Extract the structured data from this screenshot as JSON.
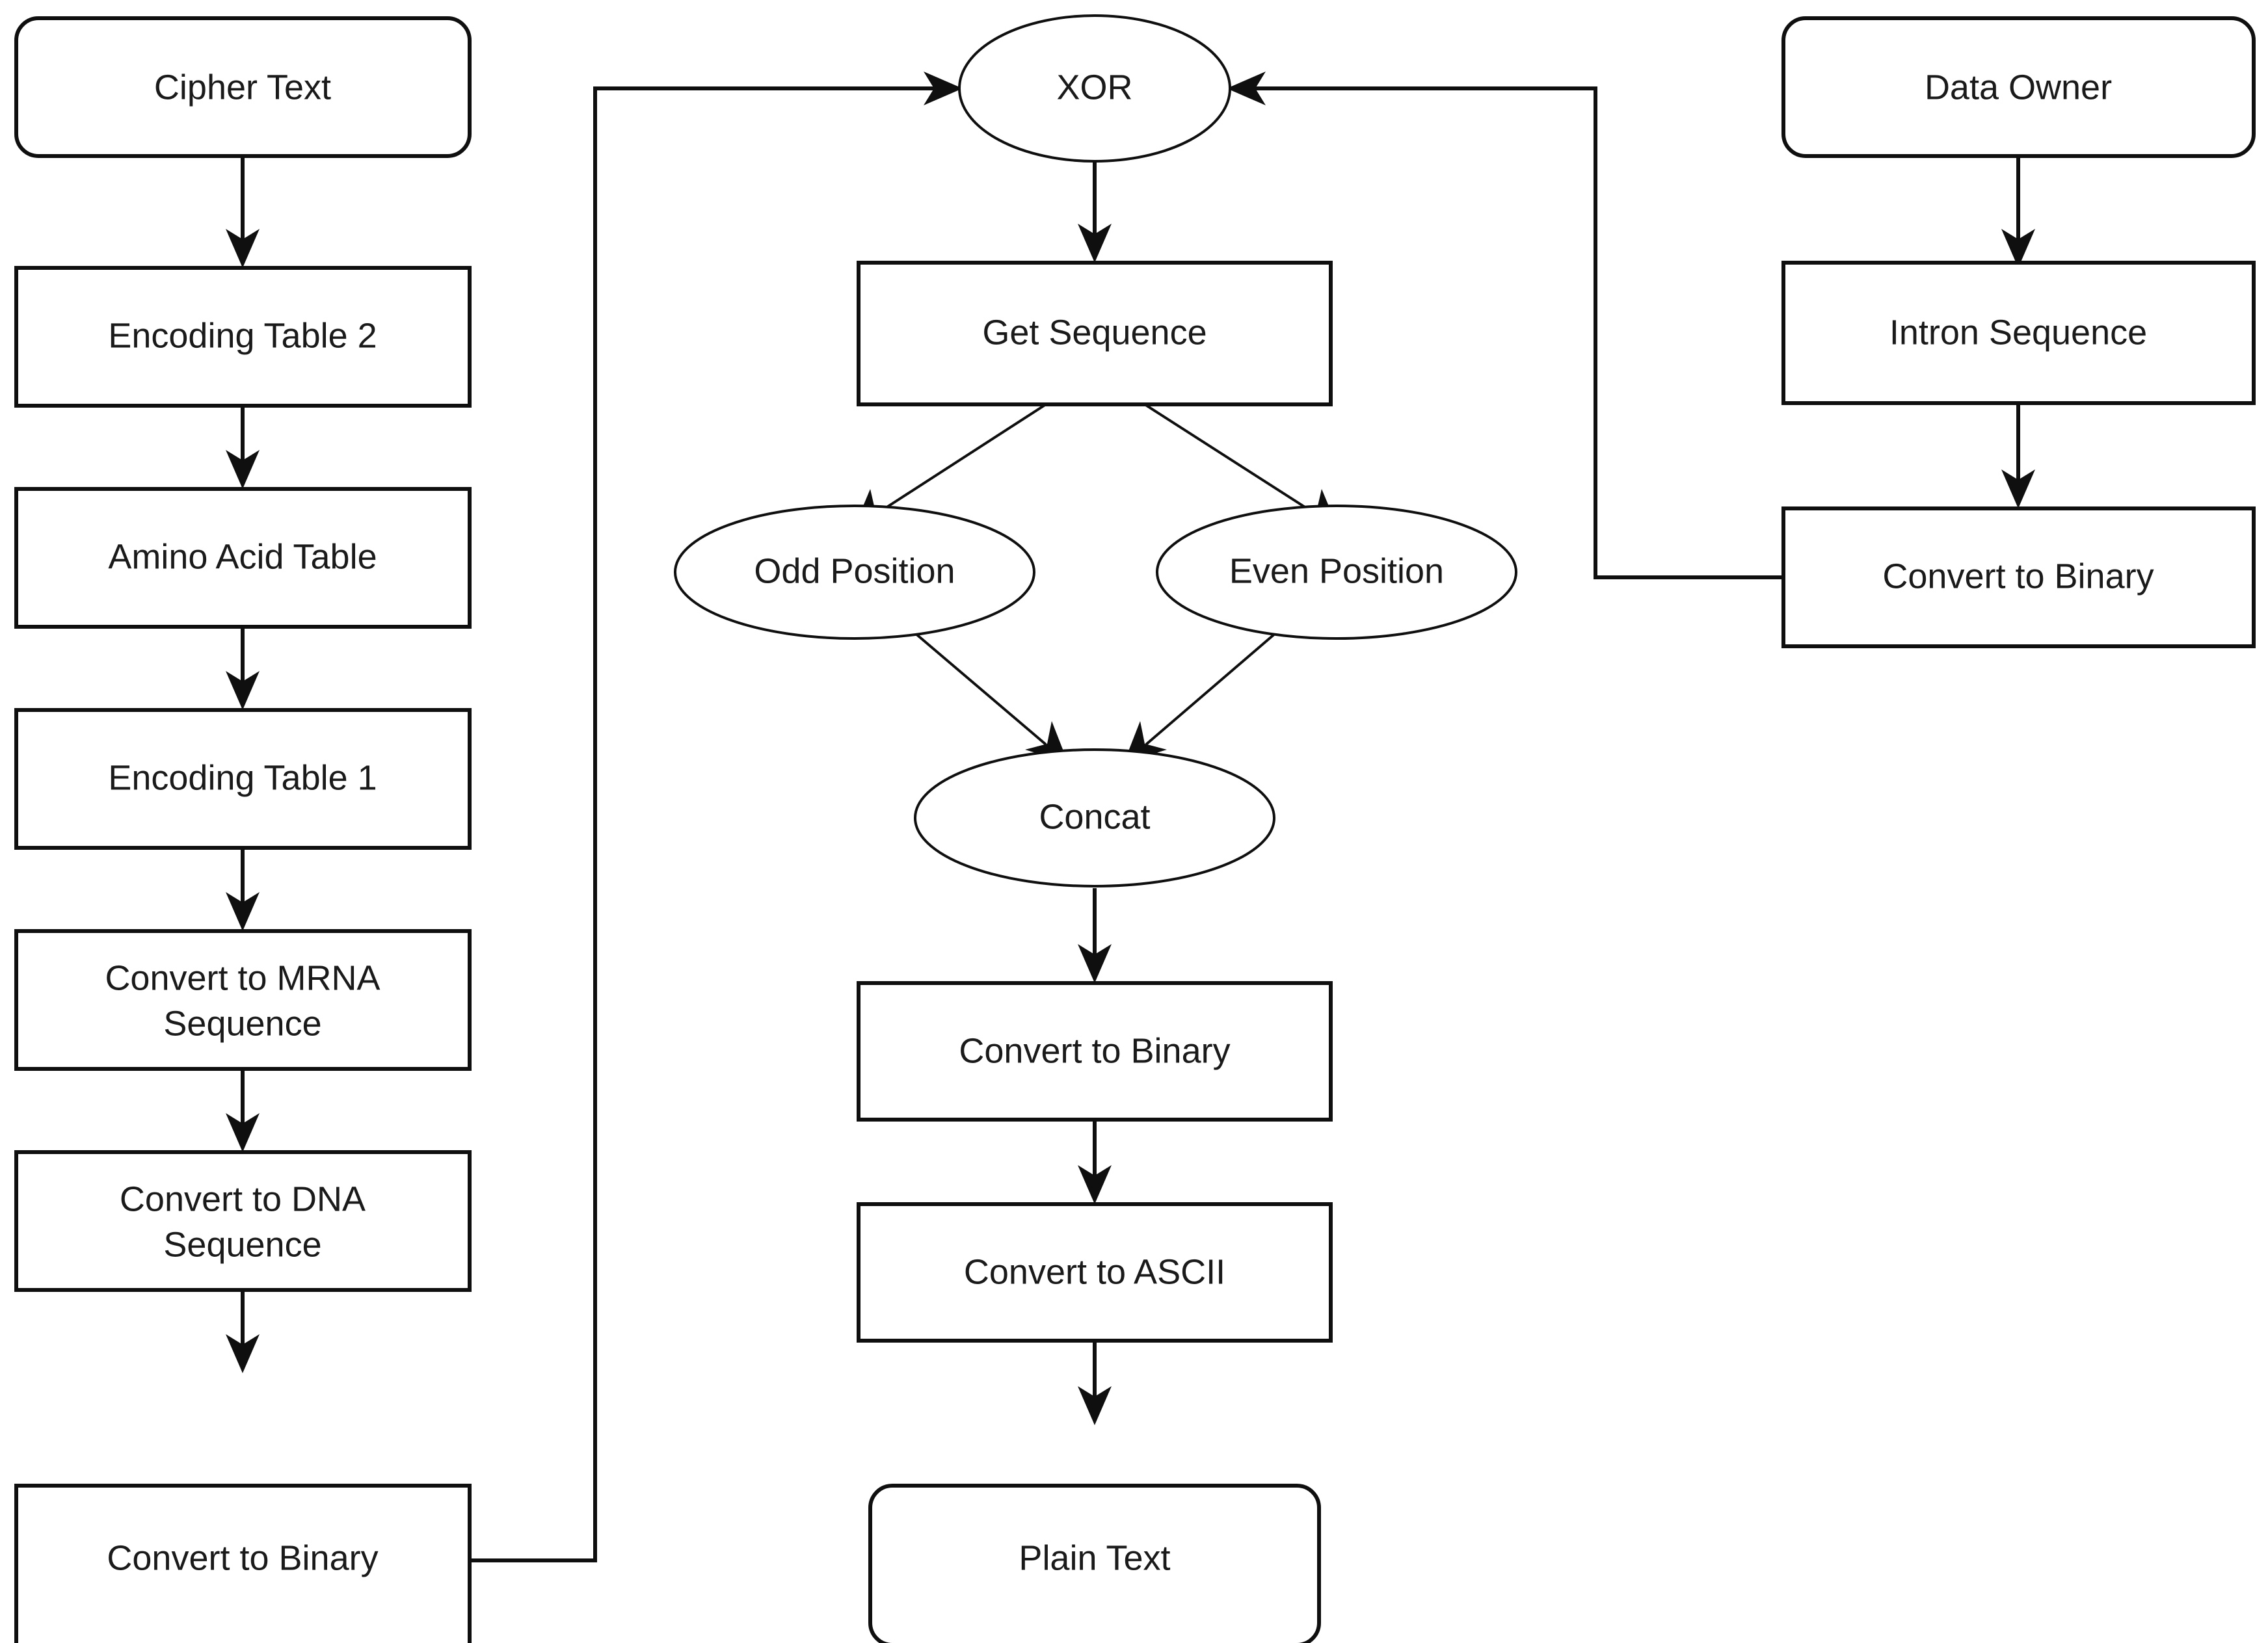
{
  "diagram": {
    "title": "DNA Cryptography Decryption Flowchart",
    "background_color": "#ffffff",
    "stroke_color": "#0f0f0f",
    "text_color": "#1a1a1a",
    "nodes": {
      "cipher_text": {
        "label": "Cipher Text",
        "shape": "rounded-rect"
      },
      "encoding_table_2": {
        "label": "Encoding Table 2",
        "shape": "rect"
      },
      "amino_acid_table": {
        "label": "Amino Acid Table",
        "shape": "rect"
      },
      "encoding_table_1": {
        "label": "Encoding Table 1",
        "shape": "rect"
      },
      "convert_to_mrna_line1": {
        "label": "Convert to MRNA",
        "shape": "rect"
      },
      "convert_to_mrna_line2": {
        "label": "Sequence"
      },
      "convert_to_dna_line1": {
        "label": "Convert to DNA",
        "shape": "rect"
      },
      "convert_to_dna_line2": {
        "label": "Sequence"
      },
      "left_convert_to_binary": {
        "label": "Convert to Binary",
        "shape": "rect"
      },
      "xor": {
        "label": "XOR",
        "shape": "ellipse"
      },
      "get_sequence": {
        "label": "Get Sequence",
        "shape": "rect"
      },
      "odd_position": {
        "label": "Odd Position",
        "shape": "ellipse"
      },
      "even_position": {
        "label": "Even Position",
        "shape": "ellipse"
      },
      "concat": {
        "label": "Concat",
        "shape": "ellipse"
      },
      "center_convert_to_binary": {
        "label": "Convert to Binary",
        "shape": "rect"
      },
      "convert_to_ascii": {
        "label": "Convert to ASCII",
        "shape": "rect"
      },
      "plain_text": {
        "label": "Plain Text",
        "shape": "rounded-rect"
      },
      "data_owner": {
        "label": "Data Owner",
        "shape": "rounded-rect"
      },
      "intron_sequence": {
        "label": "Intron Sequence",
        "shape": "rect"
      },
      "right_convert_to_binary": {
        "label": "Convert to Binary",
        "shape": "rect"
      }
    },
    "edges": [
      {
        "from": "cipher_text",
        "to": "encoding_table_2"
      },
      {
        "from": "encoding_table_2",
        "to": "amino_acid_table"
      },
      {
        "from": "amino_acid_table",
        "to": "encoding_table_1"
      },
      {
        "from": "encoding_table_1",
        "to": "convert_to_mrna"
      },
      {
        "from": "convert_to_mrna",
        "to": "convert_to_dna"
      },
      {
        "from": "convert_to_dna",
        "to": "left_convert_to_binary"
      },
      {
        "from": "left_convert_to_binary",
        "to": "xor"
      },
      {
        "from": "right_convert_to_binary",
        "to": "xor"
      },
      {
        "from": "xor",
        "to": "get_sequence"
      },
      {
        "from": "get_sequence",
        "to": "odd_position"
      },
      {
        "from": "get_sequence",
        "to": "even_position"
      },
      {
        "from": "odd_position",
        "to": "concat"
      },
      {
        "from": "even_position",
        "to": "concat"
      },
      {
        "from": "concat",
        "to": "center_convert_to_binary"
      },
      {
        "from": "center_convert_to_binary",
        "to": "convert_to_ascii"
      },
      {
        "from": "convert_to_ascii",
        "to": "plain_text"
      },
      {
        "from": "data_owner",
        "to": "intron_sequence"
      },
      {
        "from": "intron_sequence",
        "to": "right_convert_to_binary"
      }
    ]
  }
}
